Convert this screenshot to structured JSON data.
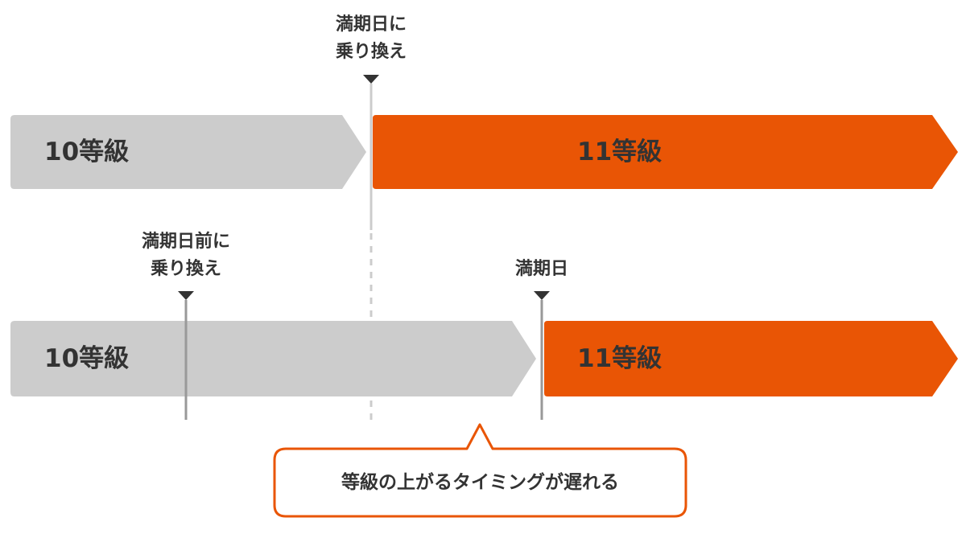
{
  "rows": [
    {
      "current_grade": "10等級",
      "next_grade": "11等級",
      "switch_label": [
        "満期日に",
        "乗り換え"
      ]
    },
    {
      "current_grade": "10等級",
      "next_grade": "11等級",
      "switch_label": [
        "満期日前に",
        "乗り換え"
      ],
      "maturity_label": "満期日"
    }
  ],
  "callout": {
    "text": "等級の上がるタイミングが遅れる"
  },
  "colors": {
    "gray_bar": "#cccccc",
    "orange_bar": "#e95505",
    "marker": "#333333",
    "line": "#999999",
    "text": "#333333"
  }
}
